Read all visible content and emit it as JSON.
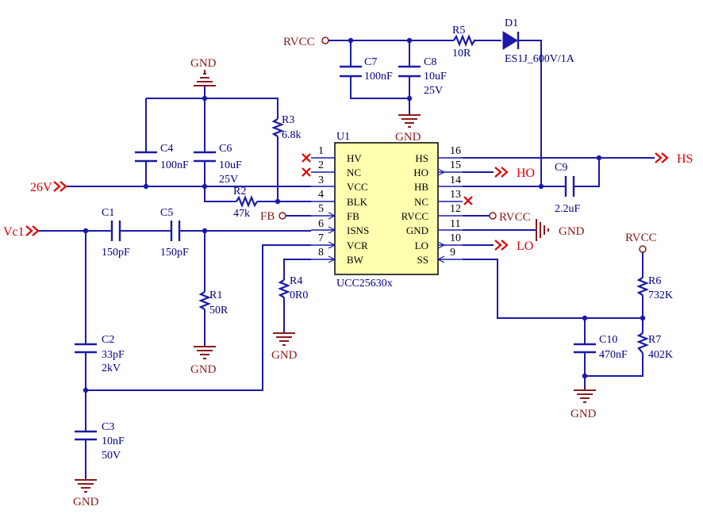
{
  "ic": {
    "ref": "U1",
    "part": "UCC25630x",
    "pins": [
      {
        "num": "1",
        "name": "HV"
      },
      {
        "num": "2",
        "name": "NC"
      },
      {
        "num": "3",
        "name": "VCC"
      },
      {
        "num": "4",
        "name": "BLK"
      },
      {
        "num": "5",
        "name": "FB"
      },
      {
        "num": "6",
        "name": "ISNS"
      },
      {
        "num": "7",
        "name": "VCR"
      },
      {
        "num": "8",
        "name": "BW"
      },
      {
        "num": "9",
        "name": "SS"
      },
      {
        "num": "10",
        "name": "LO"
      },
      {
        "num": "11",
        "name": "GND"
      },
      {
        "num": "12",
        "name": "RVCC"
      },
      {
        "num": "13",
        "name": "NC"
      },
      {
        "num": "14",
        "name": "HB"
      },
      {
        "num": "15",
        "name": "HO"
      },
      {
        "num": "16",
        "name": "HS"
      }
    ]
  },
  "components": {
    "C1": {
      "ref": "C1",
      "value": "150pF"
    },
    "C2": {
      "ref": "C2",
      "value": "33pF",
      "rating": "2kV"
    },
    "C3": {
      "ref": "C3",
      "value": "10nF",
      "rating": "50V"
    },
    "C4": {
      "ref": "C4",
      "value": "100nF"
    },
    "C5": {
      "ref": "C5",
      "value": "150pF"
    },
    "C6": {
      "ref": "C6",
      "value": "10uF",
      "rating": "25V"
    },
    "C7": {
      "ref": "C7",
      "value": "100nF"
    },
    "C8": {
      "ref": "C8",
      "value": "10uF",
      "rating": "25V"
    },
    "C9": {
      "ref": "C9",
      "value": "2.2uF"
    },
    "C10": {
      "ref": "C10",
      "value": "470nF"
    },
    "R1": {
      "ref": "R1",
      "value": "50R"
    },
    "R2": {
      "ref": "R2",
      "value": "47k"
    },
    "R3": {
      "ref": "R3",
      "value": "6.8k"
    },
    "R4": {
      "ref": "R4",
      "value": "0R0"
    },
    "R5": {
      "ref": "R5",
      "value": "10R"
    },
    "R6": {
      "ref": "R6",
      "value": "732K"
    },
    "R7": {
      "ref": "R7",
      "value": "402K"
    },
    "D1": {
      "ref": "D1",
      "value": "ES1J_600V/1A"
    }
  },
  "nets": {
    "gnd": "GND",
    "rvcc": "RVCC",
    "fb": "FB",
    "v26": "26V",
    "vc1": "Vc1",
    "hs": "HS",
    "ho": "HO",
    "lo": "LO"
  },
  "colors": {
    "wire": "#1a1aa8",
    "ground": "#8b1a1a",
    "port": "#e00000",
    "ic_fill": "#ffffb0"
  }
}
